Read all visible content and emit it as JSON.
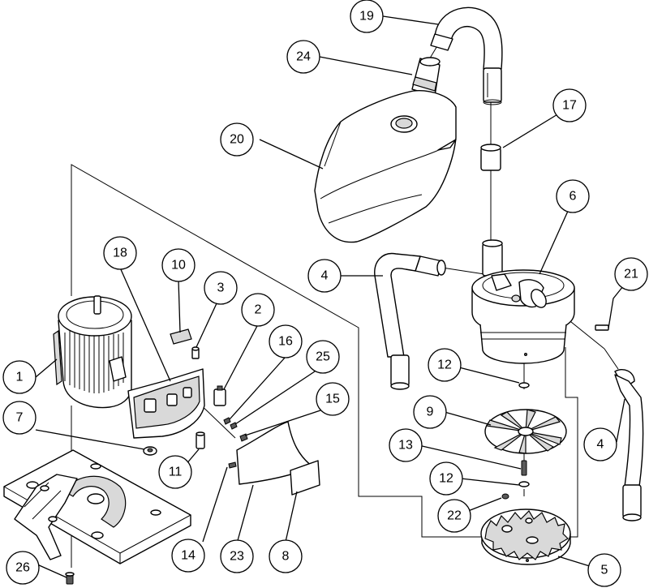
{
  "callouts": [
    {
      "id": "c1",
      "label": "1"
    },
    {
      "id": "c2",
      "label": "2"
    },
    {
      "id": "c3",
      "label": "3"
    },
    {
      "id": "c4a",
      "label": "4"
    },
    {
      "id": "c4b",
      "label": "4"
    },
    {
      "id": "c5",
      "label": "5"
    },
    {
      "id": "c6",
      "label": "6"
    },
    {
      "id": "c7",
      "label": "7"
    },
    {
      "id": "c8",
      "label": "8"
    },
    {
      "id": "c9",
      "label": "9"
    },
    {
      "id": "c10",
      "label": "10"
    },
    {
      "id": "c11",
      "label": "11"
    },
    {
      "id": "c12a",
      "label": "12"
    },
    {
      "id": "c12b",
      "label": "12"
    },
    {
      "id": "c13",
      "label": "13"
    },
    {
      "id": "c14",
      "label": "14"
    },
    {
      "id": "c15",
      "label": "15"
    },
    {
      "id": "c16",
      "label": "16"
    },
    {
      "id": "c17",
      "label": "17"
    },
    {
      "id": "c18",
      "label": "18"
    },
    {
      "id": "c19",
      "label": "19"
    },
    {
      "id": "c20",
      "label": "20"
    },
    {
      "id": "c21",
      "label": "21"
    },
    {
      "id": "c22",
      "label": "22"
    },
    {
      "id": "c23",
      "label": "23"
    },
    {
      "id": "c24",
      "label": "24"
    },
    {
      "id": "c25",
      "label": "25"
    },
    {
      "id": "c26",
      "label": "26"
    }
  ]
}
